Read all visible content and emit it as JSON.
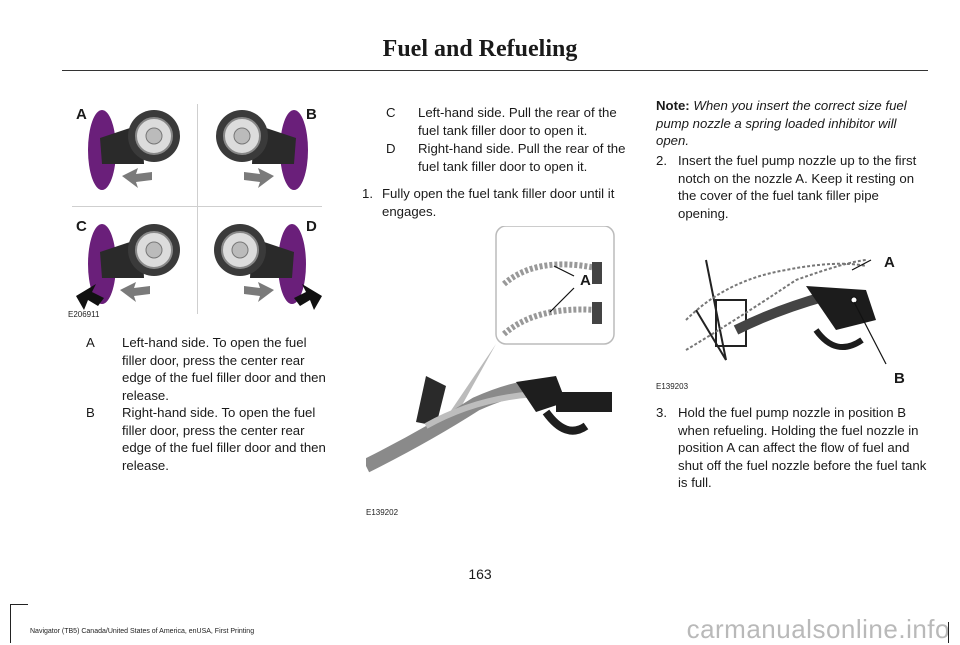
{
  "header": {
    "title": "Fuel and Refueling"
  },
  "figure1": {
    "panels": [
      "A",
      "B",
      "C",
      "D"
    ],
    "code": "E206911"
  },
  "list_left": [
    {
      "key": "A",
      "text": "Left-hand side. To open the fuel filler door, press the center rear edge of the fuel filler door and then release."
    },
    {
      "key": "B",
      "text": "Right-hand side. To open the fuel filler door, press the center rear edge of the fuel filler door and then release."
    }
  ],
  "list_mid": [
    {
      "key": "C",
      "text": "Left-hand side. Pull the rear of the fuel tank filler door to open it."
    },
    {
      "key": "D",
      "text": "Right-hand side. Pull the rear of the fuel tank filler door to open it."
    }
  ],
  "step1": {
    "num": "1.",
    "text": "Fully open the fuel tank filler door until it engages."
  },
  "figure2": {
    "callout": "A",
    "code": "E139202"
  },
  "note": {
    "label": "Note:",
    "text": "When you insert the correct size fuel pump nozzle a spring loaded inhibitor will open."
  },
  "step2": {
    "num": "2.",
    "text": "Insert the fuel pump nozzle up to the first notch on the nozzle A.  Keep it resting on the cover of the fuel tank filler pipe opening."
  },
  "figure3": {
    "callout_a": "A",
    "callout_b": "B",
    "code": "E139203"
  },
  "step3": {
    "num": "3.",
    "text": "Hold the fuel pump nozzle in position B when refueling.  Holding the fuel nozzle in position A can affect the flow of fuel and shut off the fuel nozzle before the fuel tank is full."
  },
  "page_number": "163",
  "footer": "Navigator (TB5) Canada/United States of America, enUSA, First Printing",
  "watermark": "carmanualsonline.info",
  "colors": {
    "accent_purple": "#6a1f7a",
    "arrow_grey": "#7a7a7a"
  }
}
